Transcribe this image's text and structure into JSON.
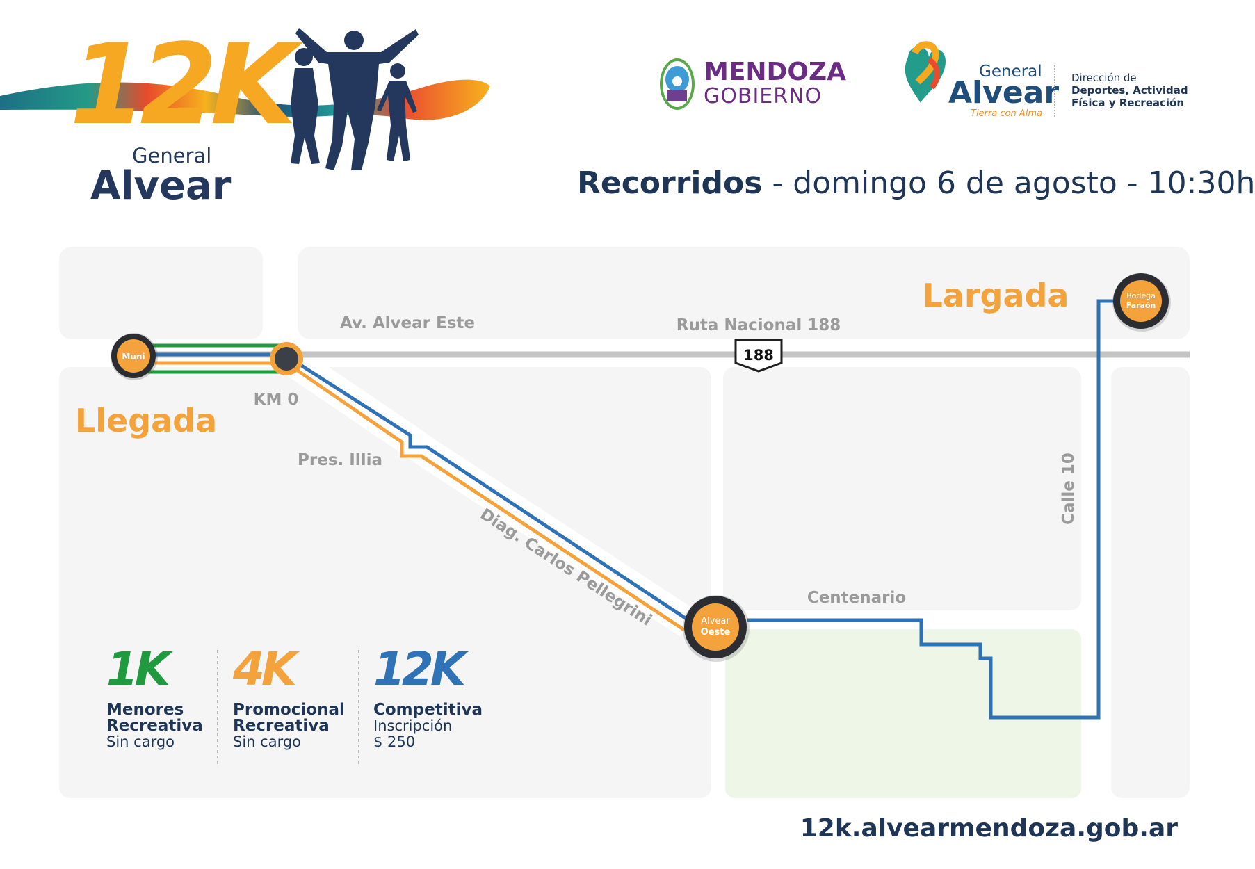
{
  "event_logo": {
    "mark": "12K",
    "line1": "General",
    "line2": "Alvear"
  },
  "sponsors": {
    "mendoza": {
      "line1": "MENDOZA",
      "line2": "GOBIERNO"
    },
    "alvear": {
      "line1": "General",
      "line2": "Alvear",
      "tagline": "Tierra con Alma"
    },
    "direccion": {
      "line1": "Dirección de",
      "line2": "Deportes, Actividad",
      "line3": "Física y Recreación"
    }
  },
  "header": {
    "title_bold": "Recorridos",
    "title_rest": " - domingo 6 de agosto - 10:30h"
  },
  "map": {
    "streets": {
      "av_alvear_este": "Av. Alvear Este",
      "ruta_nacional": "Ruta Nacional 188",
      "route_shield": "188",
      "km0": "KM 0",
      "pres_illia": "Pres. Illia",
      "diag": "Diag. Carlos Pellegrini",
      "centenario": "Centenario",
      "calle10": "Calle 10"
    },
    "labels": {
      "largada": "Largada",
      "llegada": "Llegada"
    },
    "stops": {
      "muni": "Muni",
      "alvear_oeste_1": "Alvear",
      "alvear_oeste_2": "Oeste",
      "bodega_1": "Bodega",
      "bodega_2": "Faraón"
    },
    "colors": {
      "1k": "#1f9a3e",
      "4k": "#f4a23b",
      "12k": "#2f73b6",
      "road": "#c4c4c4",
      "block": "#f5f5f5",
      "park": "#eef6e8"
    }
  },
  "legend": [
    {
      "badge": "1K",
      "line1": "Menores",
      "line2": "Recreativa",
      "line3": "Sin cargo",
      "color": "#1f9a3e"
    },
    {
      "badge": "4K",
      "line1": "Promocional",
      "line2": "Recreativa",
      "line3": "Sin cargo",
      "color": "#f4a23b"
    },
    {
      "badge": "12K",
      "line1": "Competitiva",
      "line2": "Inscripción",
      "line3": "$ 250",
      "color": "#2f73b6"
    }
  ],
  "footer": {
    "url": "12k.alvearmendoza.gob.ar"
  }
}
